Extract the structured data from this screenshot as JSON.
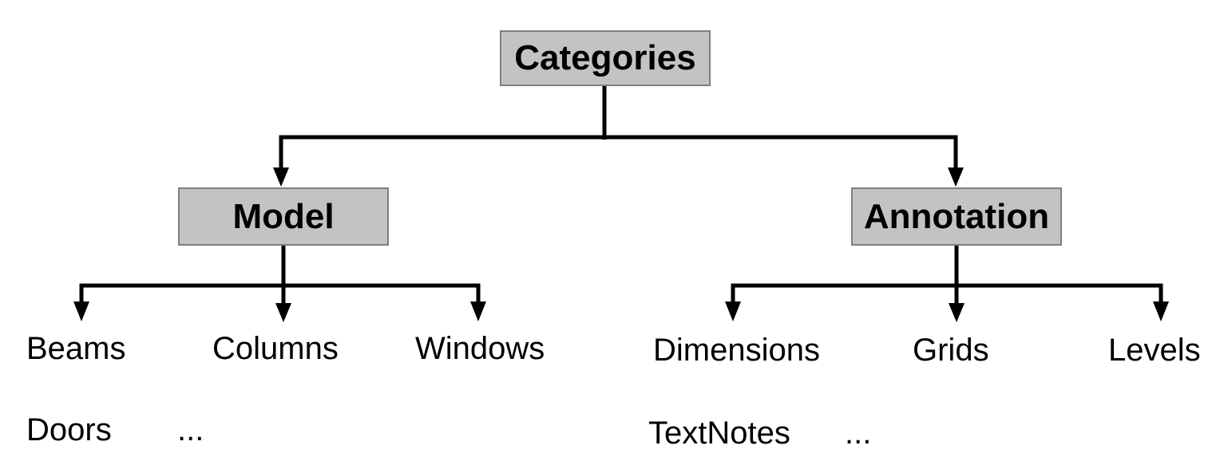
{
  "colors": {
    "background": "#ffffff",
    "box_fill": "#c3c3c3",
    "box_border": "#7f7f7f",
    "line": "#000000",
    "text": "#000000"
  },
  "tree": {
    "root": {
      "label": "Categories"
    },
    "branches": [
      {
        "label": "Model",
        "leaves": [
          "Beams",
          "Columns",
          "Windows"
        ],
        "more": [
          "Doors",
          "..."
        ]
      },
      {
        "label": "Annotation",
        "leaves": [
          "Dimensions",
          "Grids",
          "Levels"
        ],
        "more": [
          "TextNotes",
          "..."
        ]
      }
    ]
  }
}
